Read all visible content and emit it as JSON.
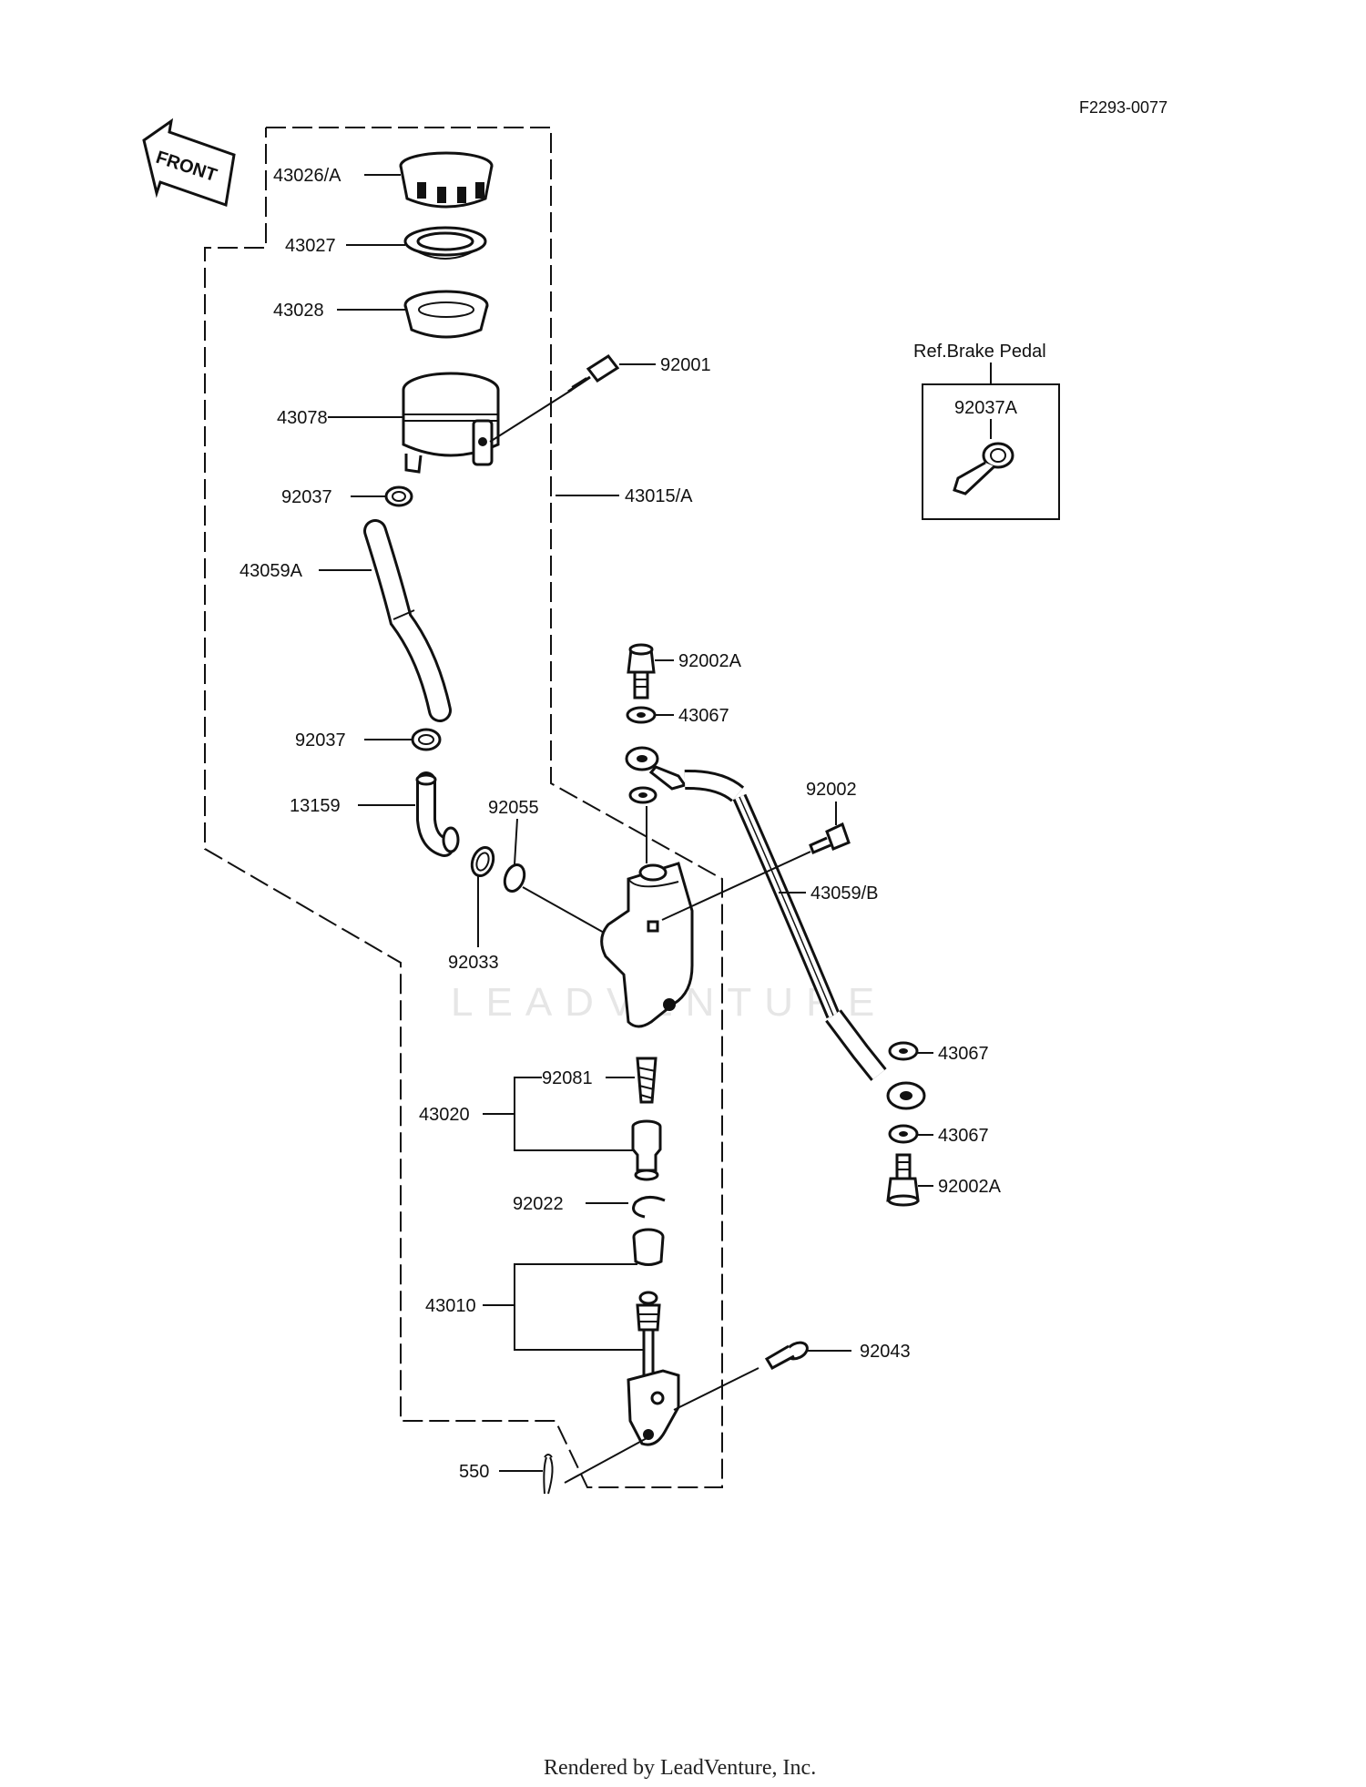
{
  "figure_code": "F2293-0077",
  "front_label": "FRONT",
  "watermark": "LEADVENTURE",
  "footer": "Rendered by LeadVenture, Inc.",
  "ref_box": {
    "title": "Ref.Brake Pedal",
    "part": "92037A"
  },
  "labels": {
    "cap": "43026/A",
    "diaphragm_plate": "43027",
    "diaphragm": "43028",
    "reservoir": "43078",
    "bolt_reservoir": "92001",
    "clamp_upper": "92037",
    "hose": "43059A",
    "assembly": "43015/A",
    "clamp_lower": "92037",
    "elbow": "13159",
    "oring": "92055",
    "circlip_small": "92033",
    "banjo_bolt_top": "92002A",
    "washer_top": "43067",
    "bolt_mc": "92002",
    "brake_hose": "43059/B",
    "washer_mid": "43067",
    "washer_bot": "43067",
    "banjo_bolt_bot": "92002A",
    "spring": "92081",
    "piston_kit": "43020",
    "circlip": "92022",
    "push_rod_kit": "43010",
    "pin": "92043",
    "cotter": "550"
  }
}
